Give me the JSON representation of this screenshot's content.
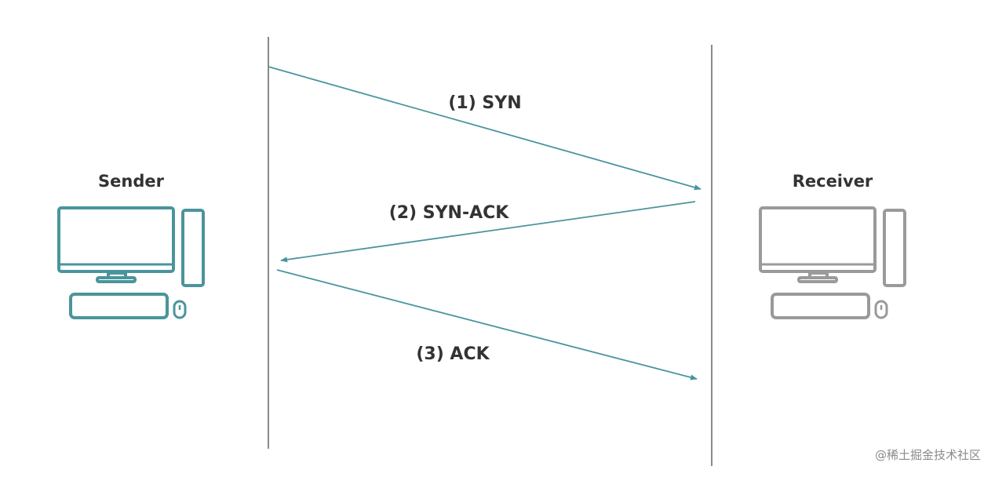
{
  "sender": {
    "label": "Sender",
    "color": "#4a959c"
  },
  "receiver": {
    "label": "Receiver",
    "color": "#9a9a9a"
  },
  "lifeline_color": "#8a8a8a",
  "arrow_color": "#4a959c",
  "messages": [
    {
      "step": "(1) SYN",
      "direction": "sender-to-receiver"
    },
    {
      "step": "(2) SYN-ACK",
      "direction": "receiver-to-sender"
    },
    {
      "step": "(3) ACK",
      "direction": "sender-to-receiver"
    }
  ],
  "watermark": "@稀土掘金技术社区"
}
